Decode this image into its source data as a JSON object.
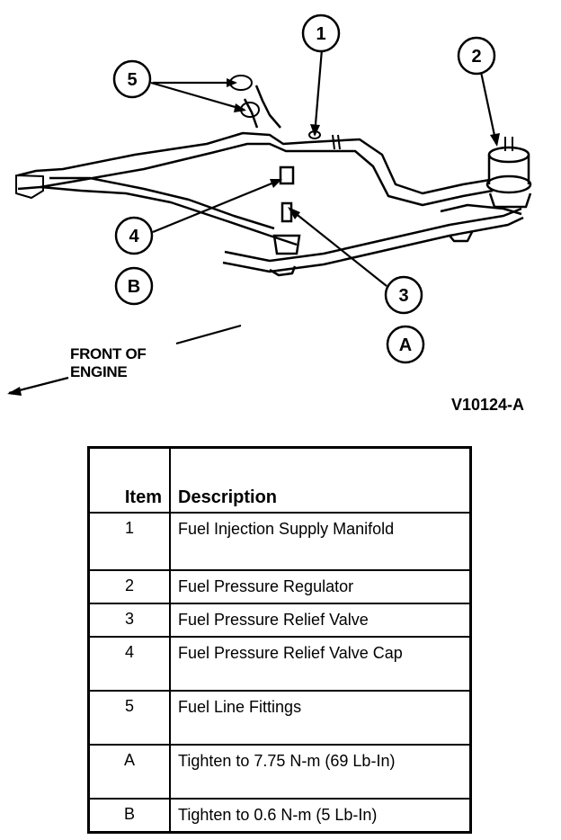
{
  "callouts": {
    "c1": "1",
    "c2": "2",
    "c3": "3",
    "c4": "4",
    "c5": "5",
    "cA": "A",
    "cB": "B"
  },
  "front_label": {
    "line1": "FRONT OF",
    "line2": "ENGINE"
  },
  "figure_code": "V10124-A",
  "table": {
    "headers": {
      "item": "Item",
      "description": "Description"
    },
    "rows": [
      {
        "item": "1",
        "description": "Fuel Injection Supply Manifold"
      },
      {
        "item": "2",
        "description": "Fuel Pressure Regulator"
      },
      {
        "item": "3",
        "description": "Fuel Pressure Relief Valve"
      },
      {
        "item": "4",
        "description": "Fuel Pressure Relief Valve Cap"
      },
      {
        "item": "5",
        "description": "Fuel Line Fittings"
      },
      {
        "item": "A",
        "description": "Tighten to 7.75 N-m (69 Lb-In)"
      },
      {
        "item": "B",
        "description": "Tighten to 0.6 N-m (5 Lb-In)"
      }
    ]
  }
}
